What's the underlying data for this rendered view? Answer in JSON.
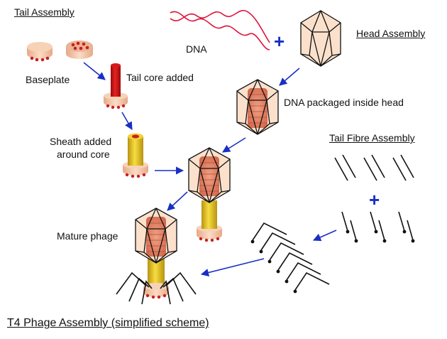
{
  "labels": {
    "tail_assembly": "Tail Assembly",
    "head_assembly": "Head Assembly",
    "dna": "DNA",
    "baseplate": "Baseplate",
    "tail_core_added": "Tail core added",
    "dna_packaged": "DNA packaged inside head",
    "sheath_line1": "Sheath added",
    "sheath_line2": "around core",
    "tail_fibre_assembly": "Tail Fibre Assembly",
    "mature_phage": "Mature phage",
    "plus": "+",
    "caption": "T4 Phage Assembly (simplified scheme)"
  },
  "colors": {
    "arrow": "#1a2fc4",
    "dna": "#e0103a",
    "baseplate": "#f1c3a3",
    "baseplate_feet": "#c91f1f",
    "core": "#cc1111",
    "sheath": "#e6c21a",
    "head_fill": "#fbe1cc",
    "dna_coil": "#e0876a"
  }
}
